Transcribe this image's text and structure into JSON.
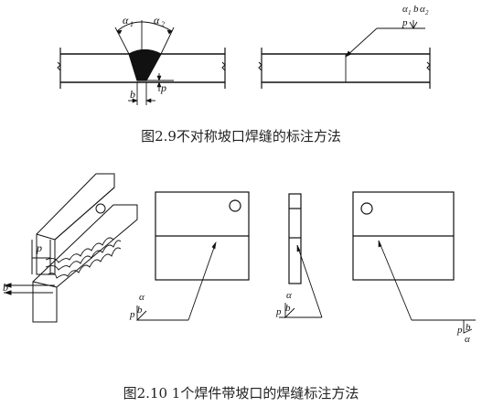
{
  "figure_2_9": {
    "caption": "图2.9不对称坡口焊缝的标注方法",
    "labels": {
      "alpha1": "α",
      "alpha1_sub": "1",
      "alpha2": "α",
      "alpha2_sub": "2",
      "b": "b",
      "p": "p",
      "symbol_top": "α",
      "symbol_top_sub1": "1",
      "symbol_top_b": "b",
      "symbol_top_alpha2": "α",
      "symbol_top_sub2": "2",
      "symbol_p": "p"
    }
  },
  "figure_2_10": {
    "caption": "图2.10  1个焊件带坡口的焊缝标注方法",
    "labels": {
      "p": "p",
      "b": "b",
      "alpha": "α"
    }
  }
}
